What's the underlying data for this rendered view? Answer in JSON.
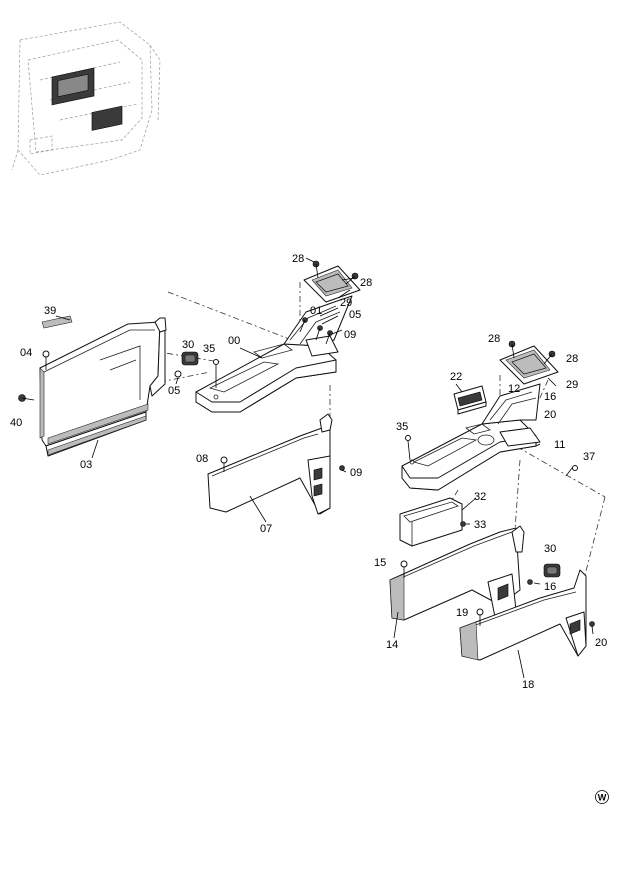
{
  "callouts": {
    "c00": "00",
    "c01": "01",
    "c03": "03",
    "c04": "04",
    "c05a": "05",
    "c05b": "05",
    "c07": "07",
    "c08": "08",
    "c09a": "09",
    "c09b": "09",
    "c11": "11",
    "c12": "12",
    "c14": "14",
    "c15": "15",
    "c16a": "16",
    "c16b": "16",
    "c18": "18",
    "c19": "19",
    "c20a": "20",
    "c20b": "20",
    "c22": "22",
    "c28a": "28",
    "c28b": "28",
    "c28c": "28",
    "c28d": "28",
    "c29a": "29",
    "c29b": "29",
    "c30a": "30",
    "c30b": "30",
    "c32": "32",
    "c33": "33",
    "c35a": "35",
    "c35b": "35",
    "c37": "37",
    "c39": "39",
    "c40": "40"
  },
  "watermark": "W"
}
